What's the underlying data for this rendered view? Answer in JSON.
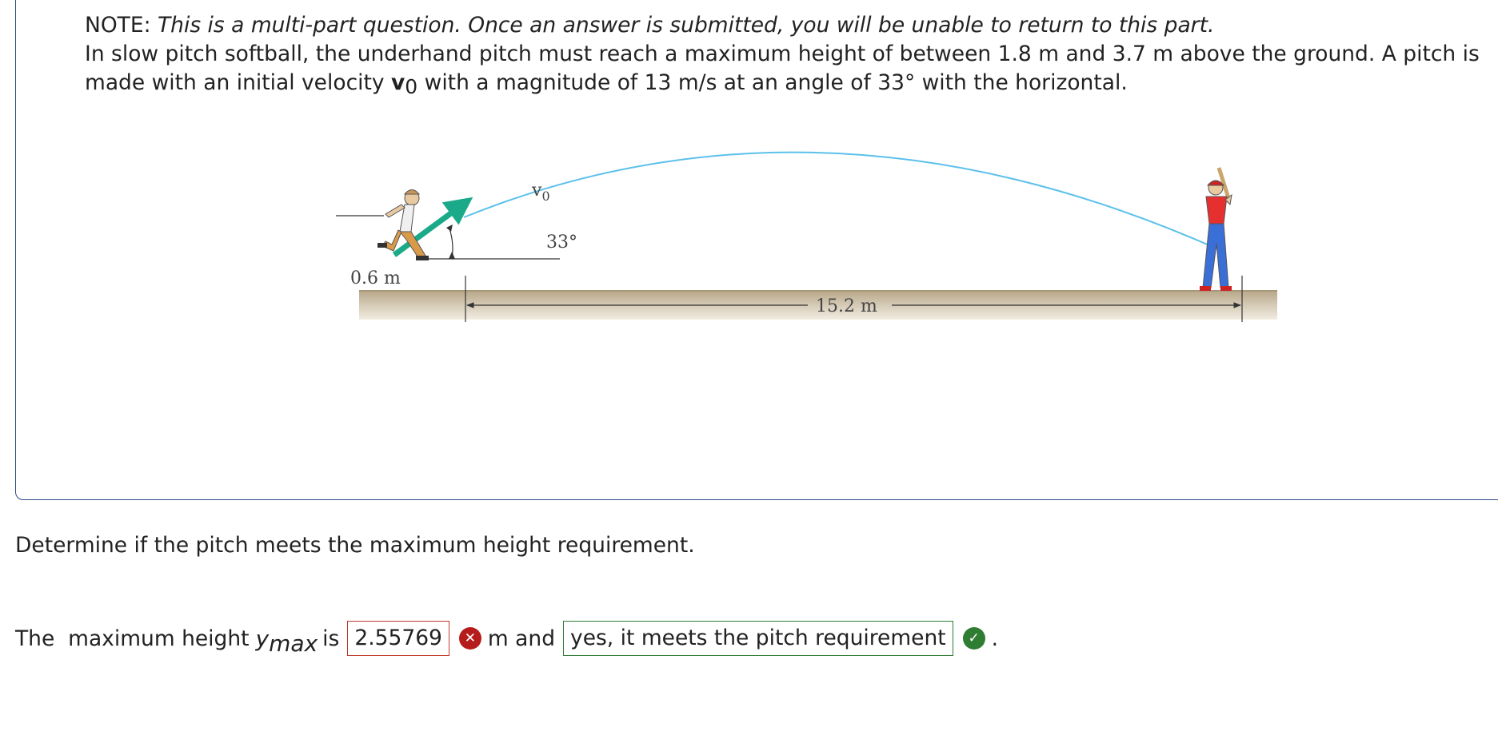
{
  "question": {
    "note_label": "NOTE:",
    "note_italic": "This is a multi-part question. Once an answer is submitted, you will be unable to return to this part.",
    "body_part1": "In slow pitch softball, the underhand pitch must reach a maximum height of between 1.8 m and 3.7 m above the ground. A pitch is made with an initial velocity",
    "v_symbol": "v",
    "v_subscript": "0",
    "body_part2": "with a magnitude of 13 m/s at an angle of 33° with the horizontal."
  },
  "figure": {
    "velocity_label": "v",
    "velocity_sub": "0",
    "angle_label": "33°",
    "height_label": "0.6 m",
    "distance_label": "15.2 m",
    "colors": {
      "trajectory": "#5bc0eb",
      "velocity_arrow": "#1aaa8a",
      "ground_top": "#b8a88a",
      "ground_bottom": "#f2ede2"
    }
  },
  "prompt": "Determine if the pitch meets the maximum height requirement.",
  "answer": {
    "prefix": "The  maximum height",
    "var_y": "y",
    "var_sub": "max",
    "is_text": "is",
    "value": "2.55769",
    "value_status": "incorrect",
    "unit_and": "m and",
    "choice": "yes, it meets the pitch requirement",
    "choice_status": "correct",
    "end": "."
  }
}
